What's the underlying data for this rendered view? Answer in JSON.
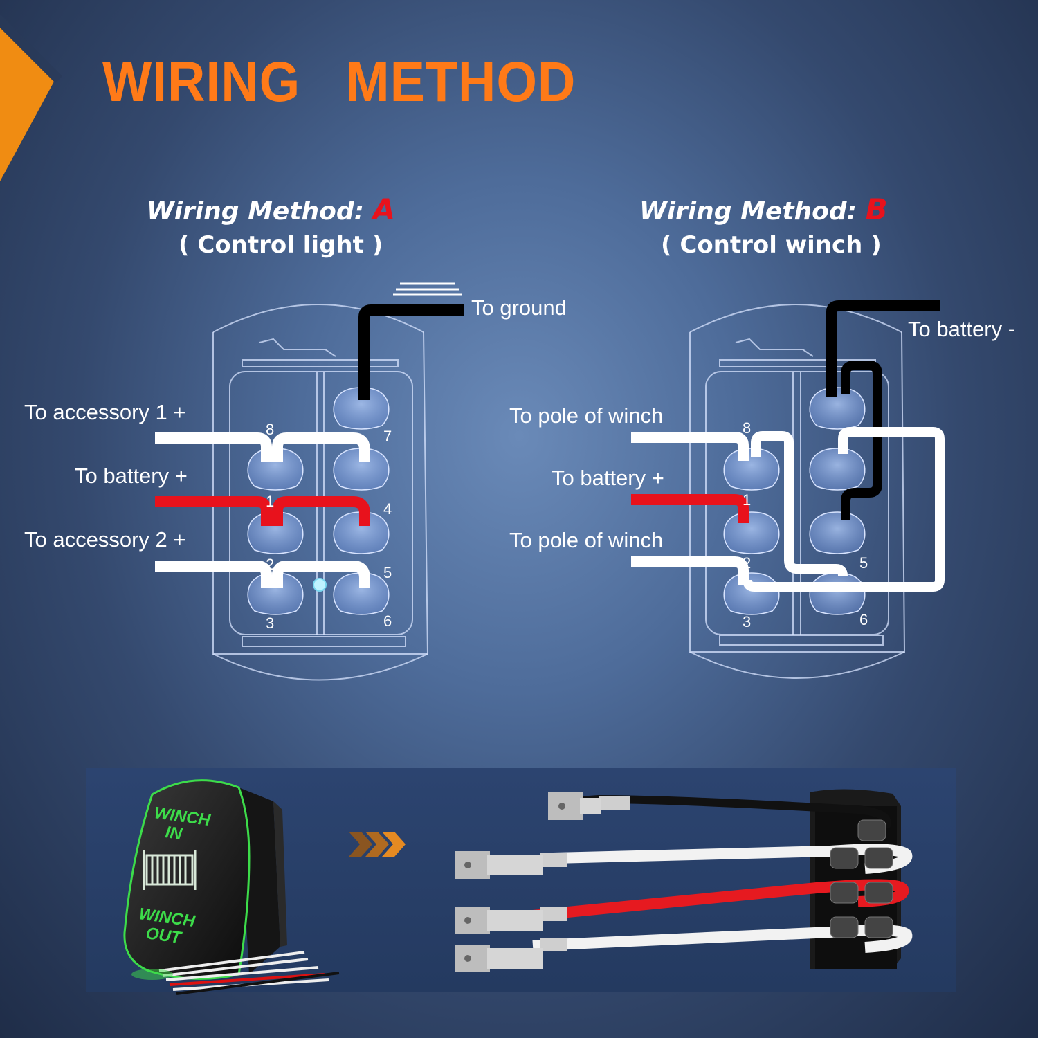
{
  "title": "WIRING   METHOD",
  "method_a": {
    "heading": "Wiring Method:",
    "letter": "A",
    "subtitle": "( Control light )",
    "labels": {
      "ground": "To ground",
      "acc1": "To accessory 1 +",
      "battery": "To battery +",
      "acc2": "To accessory 2 +"
    },
    "pins": [
      "8",
      "7",
      "1",
      "4",
      "2",
      "5",
      "3",
      "6"
    ]
  },
  "method_b": {
    "heading": "Wiring Method:",
    "letter": "B",
    "subtitle": "( Control winch )",
    "labels": {
      "battery_neg": "To battery -",
      "pole1": "To pole of winch",
      "battery_pos": "To battery +",
      "pole2": "To pole of winch"
    },
    "pins": [
      "8",
      "1",
      "2",
      "5",
      "3",
      "6"
    ]
  },
  "switch_face": {
    "top_text_1": "WINCH",
    "top_text_2": "IN",
    "bottom_text_1": "WINCH",
    "bottom_text_2": "OUT"
  },
  "colors": {
    "title": "#ff7a18",
    "letter": "#e8121c",
    "wire_red": "#e8121c",
    "wire_white": "#ffffff",
    "wire_black": "#000000",
    "switch_green": "#3ddc4a"
  }
}
